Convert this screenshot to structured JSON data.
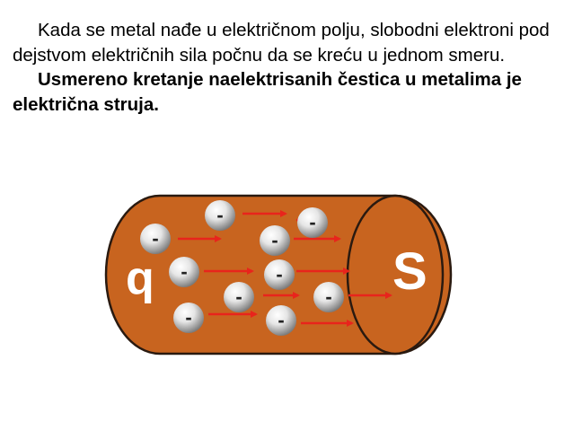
{
  "paragraphs": [
    {
      "text": "Kada se metal nađe u električnom polju, slobodni elektroni pod dejstvom električnih sila počnu da se kreću u jednom smeru.",
      "bold": false
    },
    {
      "text": "Usmereno kretanje naelektrisanih čestica u metalima je električna struja.",
      "bold": true
    }
  ],
  "figure": {
    "charge_label": "q",
    "cross_section_label": "S",
    "electron_sign": "-",
    "colors": {
      "conductor_fill": "#c8641f",
      "conductor_stroke": "#2a1a10",
      "label_color": "#ffffff",
      "arrow_color": "#e8241c",
      "electron_light": "#ffffff",
      "electron_dark": "#7a7a7a"
    }
  }
}
